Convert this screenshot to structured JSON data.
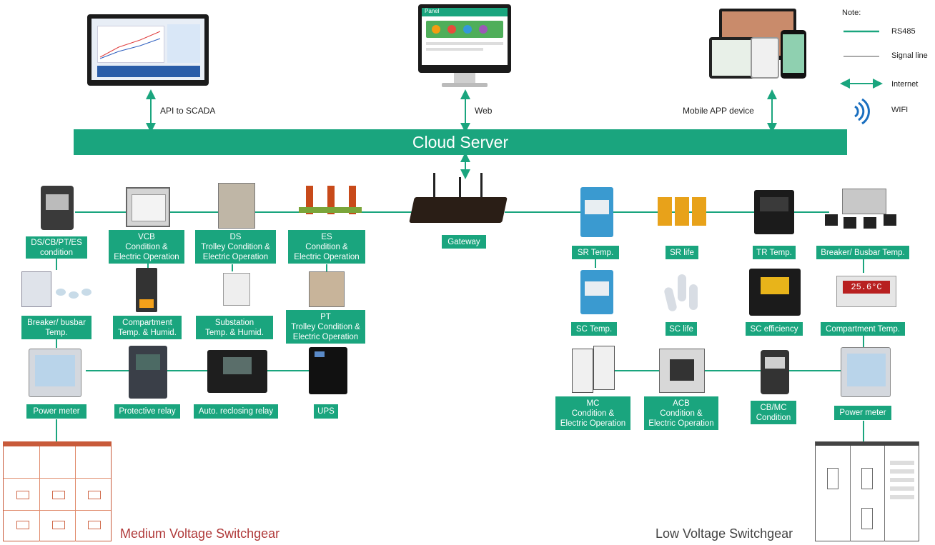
{
  "cloud_server": "Cloud Server",
  "top_labels": {
    "api": "API to SCADA",
    "web": "Web",
    "mobile": "Mobile APP device"
  },
  "note": {
    "title": "Note:",
    "rs485": "RS485",
    "signal": "Signal line",
    "internet": "Internet",
    "wifi": "WIFI"
  },
  "gateway": "Gateway",
  "web_screen_title": "Panel",
  "mv_labels": {
    "ds_cond": "DS/CB/PT/ES\ncondition",
    "vcb": "VCB\nCondition &\nElectric Operation",
    "ds": "DS\nTrolley Condition &\nElectric Operation",
    "es": "ES\nCondition &\nElectric Operation",
    "breaker_temp": "Breaker/ busbar\nTemp.",
    "compartment": "Compartment\nTemp. & Humid.",
    "substation": "Substation\nTemp. & Humid.",
    "pt": "PT\nTrolley Condition &\nElectric Operation",
    "power_meter": "Power meter",
    "protective_relay": "Protective relay",
    "auto_relay": "Auto. reclosing relay",
    "ups": "UPS"
  },
  "lv_labels": {
    "sr_temp": "SR Temp.",
    "sr_life": "SR life",
    "tr_temp": "TR Temp.",
    "breaker_busbar": "Breaker/ Busbar Temp.",
    "sc_temp": "SC Temp.",
    "sc_life": "SC life",
    "sc_eff": "SC efficiency",
    "comp_temp": "Compartment Temp.",
    "mc": "MC\nCondition &\nElectric Operation",
    "acb": "ACB\nCondition &\nElectric Operation",
    "cbmc": "CB/MC\nCondition",
    "power_meter": "Power meter"
  },
  "temp_display": "25.6°C",
  "captions": {
    "mv": "Medium Voltage Switchgear",
    "lv": "Low Voltage Switchgear"
  },
  "colors": {
    "green": "#1aa57e",
    "signal_gray": "#aaaaaa",
    "mv_caption": "#b03a3a",
    "lv_caption": "#444444"
  }
}
